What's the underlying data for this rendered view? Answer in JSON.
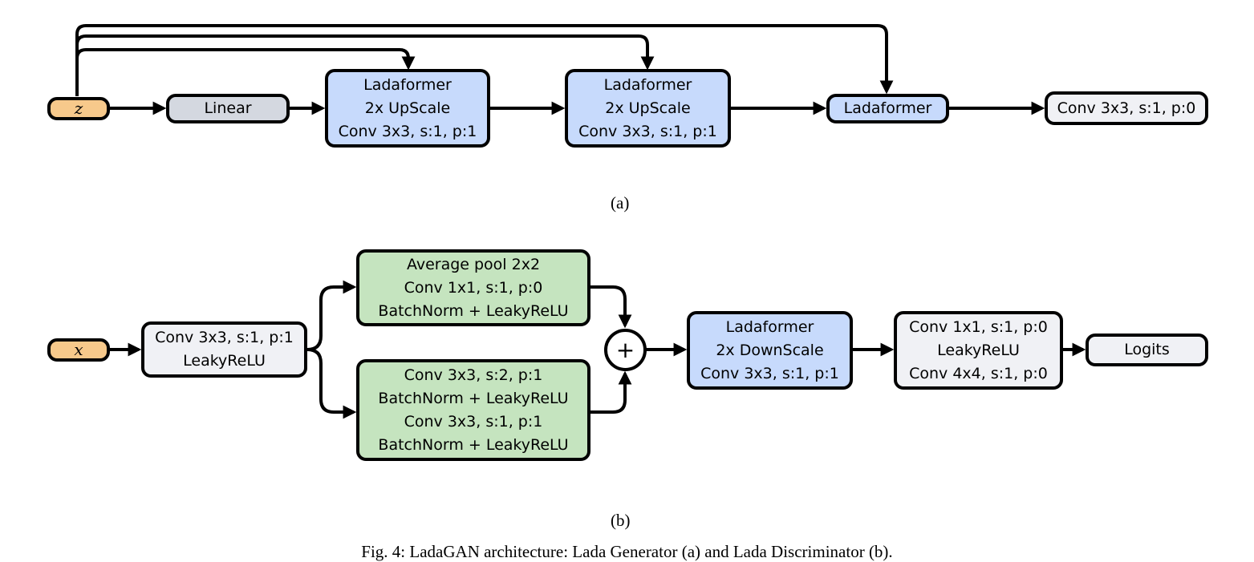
{
  "generator": {
    "input_var": "z",
    "linear": "Linear",
    "block1": [
      "Ladaformer",
      "2x UpScale",
      "Conv 3x3, s:1, p:1"
    ],
    "block2": [
      "Ladaformer",
      "2x UpScale",
      "Conv 3x3, s:1, p:1"
    ],
    "block3": "Ladaformer",
    "output": "Conv 3x3, s:1, p:0",
    "caption": "(a)"
  },
  "discriminator": {
    "input_var": "x",
    "stem": [
      "Conv 3x3, s:1, p:1",
      "LeakyReLU"
    ],
    "branch_top": [
      "Average pool 2x2",
      "Conv 1x1, s:1, p:0",
      "BatchNorm + LeakyReLU"
    ],
    "branch_bottom": [
      "Conv 3x3, s:2, p:1",
      "BatchNorm + LeakyReLU",
      "Conv 3x3, s:1, p:1",
      "BatchNorm + LeakyReLU"
    ],
    "add_symbol": "+",
    "down_block": [
      "Ladaformer",
      "2x DownScale",
      "Conv 3x3, s:1, p:1"
    ],
    "head": [
      "Conv 1x1, s:1, p:0",
      "LeakyReLU",
      "Conv 4x4, s:1, p:0"
    ],
    "output": "Logits",
    "caption": "(b)"
  },
  "figure_caption": "Fig. 4: LadaGAN architecture: Lada Generator (a) and Lada Discriminator (b)."
}
